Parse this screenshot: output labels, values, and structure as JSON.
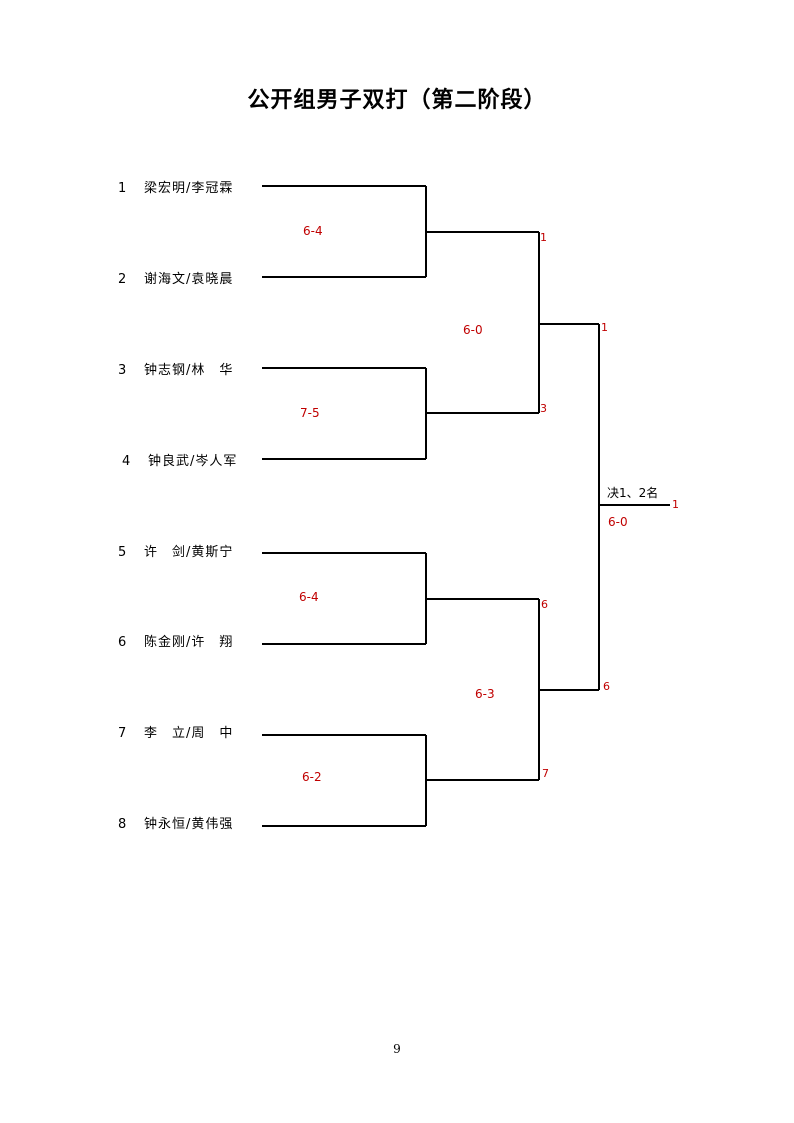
{
  "title": "公开组男子双打（第二阶段）",
  "entries": [
    {
      "seed": "1",
      "name": "梁宏明/李冠霖"
    },
    {
      "seed": "2",
      "name": "谢海文/袁晓晨"
    },
    {
      "seed": "3",
      "name": "钟志钢/林　华"
    },
    {
      "seed": "4",
      "name": "钟良武/岑人军"
    },
    {
      "seed": "5",
      "name": "许　剑/黄斯宁"
    },
    {
      "seed": "6",
      "name": "陈金刚/许　翔"
    },
    {
      "seed": "7",
      "name": "李　立/周　中"
    },
    {
      "seed": "8",
      "name": "钟永恒/黄伟强"
    }
  ],
  "round1": [
    {
      "score": "6-4",
      "winner": "1"
    },
    {
      "score": "7-5",
      "winner": "3"
    },
    {
      "score": "6-4",
      "winner": "6"
    },
    {
      "score": "6-2",
      "winner": "7"
    }
  ],
  "round2": [
    {
      "score": "6-0",
      "winner": "1"
    },
    {
      "score": "6-3",
      "winner": "6"
    }
  ],
  "final": {
    "label": "决1、2名",
    "score": "6-0",
    "winner": "1"
  },
  "page_number": "9"
}
